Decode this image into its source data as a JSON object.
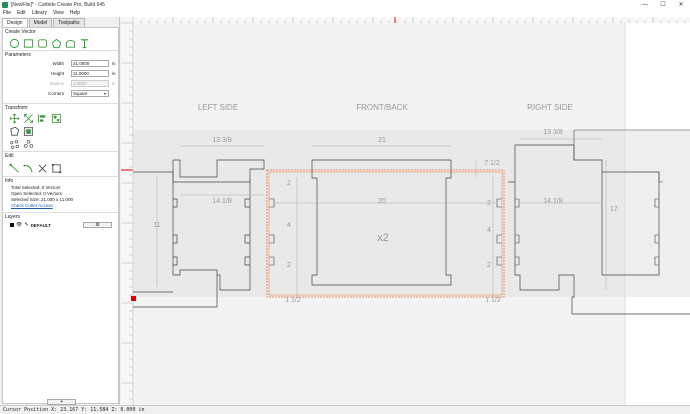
{
  "window": {
    "title": "[NewFile]* - Carbide Create Pro, Build 645",
    "minimize_label": "—",
    "maximize_label": "☐",
    "close_label": "✕"
  },
  "menu": [
    "File",
    "Edit",
    "Library",
    "View",
    "Help"
  ],
  "tabs": [
    "Design",
    "Model",
    "Toolpaths"
  ],
  "sections": {
    "create_vector": "Create Vector",
    "parameters": "Parameters",
    "transform": "Transform",
    "edit": "Edit",
    "info": "Info",
    "layers": "Layers"
  },
  "create_vector_tools": [
    "circle-icon",
    "rectangle-icon",
    "rounded-rectangle-icon",
    "polygon-icon",
    "curve-icon",
    "text-icon"
  ],
  "params": {
    "width_label": "Width",
    "width_value": "21.0000",
    "width_unit": "in",
    "height_label": "Height",
    "height_value": "11.0000",
    "height_unit": "in",
    "radius_label": "Radius",
    "radius_value": "1.0000",
    "radius_unit": "in",
    "corners_label": "Corners",
    "corners_value": "Square"
  },
  "info": {
    "total_selected": "Total Selected:  0 Vectors",
    "open_selected": "Open Selected:  0 Vectors",
    "selected_size": "Selected Size:  21.000 x 11.000",
    "check_link": "Check Cutter Access"
  },
  "layers": {
    "default_name": "DEFAULT",
    "gear_label": "⚙",
    "add_label": "+"
  },
  "canvas": {
    "labels": {
      "left_side": "LEFT SIDE",
      "front_back": "FRONT/BACK",
      "right_side": "RIGHT SIDE"
    },
    "dims": {
      "left_top": "13 3/8",
      "left_inner": "14 1/8",
      "left_height": "11",
      "front_top": "21",
      "front_inner": "20",
      "front_height": "7 1/2",
      "front_left_2a": "2",
      "front_left_4": "4",
      "front_left_2b": "2",
      "front_right_2a": "2",
      "front_right_4": "4",
      "front_right_2b": "2",
      "front_qty": "x2",
      "bottom_left": "1 1/2",
      "bottom_right": "1 1/2",
      "right_top": "13 3/8",
      "right_inner": "14 1/8",
      "right_height": "17"
    }
  },
  "status": {
    "cursor_text": "Cursor Position X: 23.167 Y: 11.584 Z: 0.000 in"
  }
}
